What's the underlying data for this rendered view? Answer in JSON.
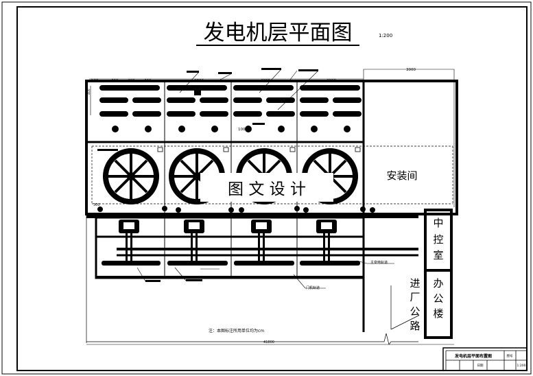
{
  "drawing": {
    "title": "发电机层平面图",
    "scale": "1:200",
    "watermark": "图 文 设 计",
    "note": "注：本图标注所用单位均为cm",
    "total_width_label": "41800"
  },
  "dimensions": {
    "top_left": [
      "500",
      "700",
      "300",
      "700"
    ],
    "unit_spacing": [
      "2000",
      "2000",
      "2000",
      "2000"
    ],
    "assembly_width": "3000",
    "left_vertical": "400",
    "left_lower": "300",
    "mid_label": "1000"
  },
  "rooms": {
    "assembly_hall": "安装间",
    "control_room": [
      "中",
      "控",
      "室"
    ],
    "office_building": [
      "办",
      "公",
      "楼"
    ],
    "access_road": [
      "进",
      "厂",
      "公",
      "路"
    ]
  },
  "callouts": {
    "gantry_crane_track": "主变电轨道",
    "gate_track": "门机轨道"
  },
  "title_block": {
    "name": "发电机层平面布置图",
    "scale_cell": "1:200",
    "no_label": "图号",
    "date_label": "日期"
  }
}
